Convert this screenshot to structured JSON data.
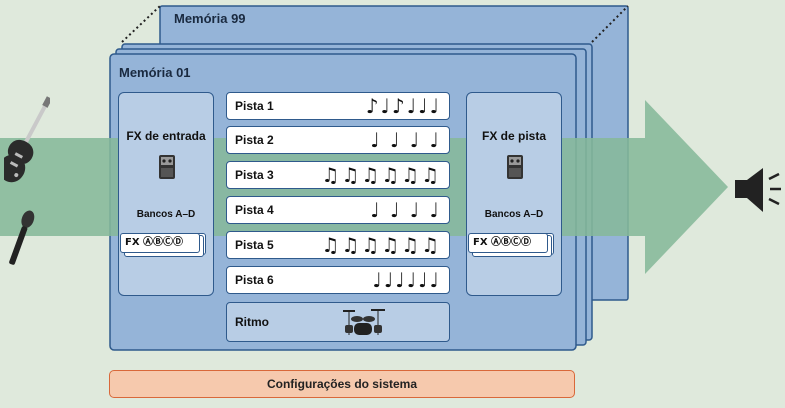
{
  "memories": {
    "back_title": "Memória 99",
    "front_title": "Memória 01"
  },
  "input_fx": {
    "title": "FX de entrada",
    "banks_label": "Bancos A–D",
    "chip_label": "FX ⒶⒷⒸⒹ"
  },
  "track_fx": {
    "title": "FX de pista",
    "banks_label": "Bancos A–D",
    "chip_label": "FX ⒶⒷⒸⒹ"
  },
  "tracks": [
    {
      "label": "Pista 1",
      "notes": "♪♩♪♩♩♩"
    },
    {
      "label": "Pista 2",
      "notes": "♩ ♩ ♩ ♩"
    },
    {
      "label": "Pista 3",
      "notes": "♫♫♫♫♫♫"
    },
    {
      "label": "Pista 4",
      "notes": "♩ ♩ ♩ ♩"
    },
    {
      "label": "Pista 5",
      "notes": "♫♫♫♫♫♫"
    },
    {
      "label": "Pista 6",
      "notes": "♩♩♩♩♩♩"
    }
  ],
  "rhythm": {
    "label": "Ritmo"
  },
  "system": {
    "label": "Configurações do sistema"
  },
  "colors": {
    "background": "#dfe9dc",
    "memory_fill": "#95b4d8",
    "border": "#2f5a8c",
    "arrow": "#86b89a",
    "system_fill": "#f6c9ad",
    "system_border": "#d9683a"
  }
}
